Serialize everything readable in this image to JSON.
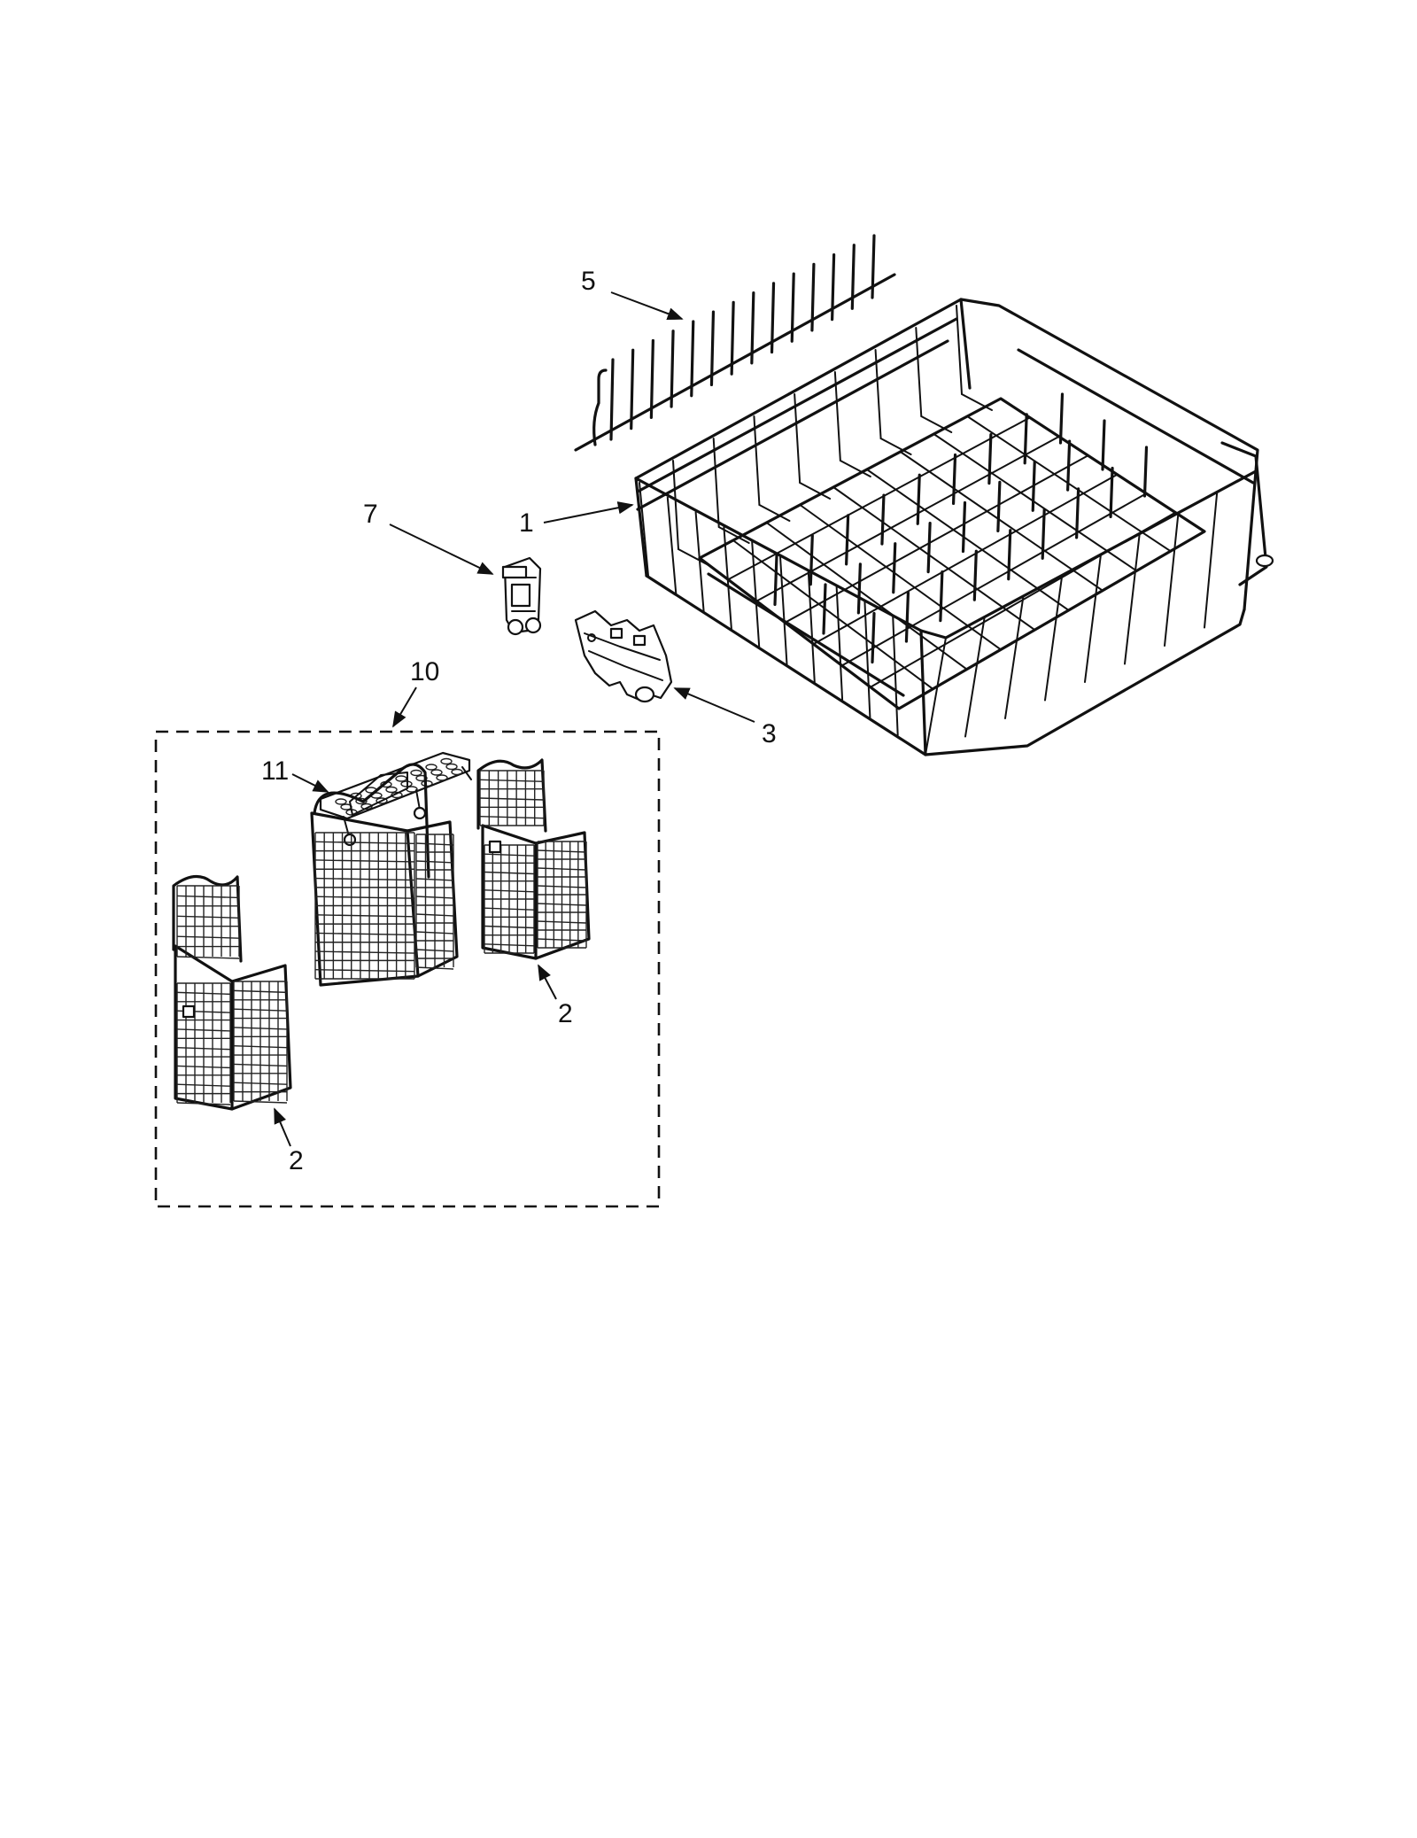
{
  "callouts": {
    "rack": "1",
    "basket_left": "2",
    "basket_right": "2",
    "rack_end_cap": "3",
    "tine_row": "5",
    "rack_adjuster": "7",
    "basket_assembly": "10",
    "basket_cover": "11"
  },
  "colors": {
    "line": "#111111",
    "background": "#ffffff"
  }
}
